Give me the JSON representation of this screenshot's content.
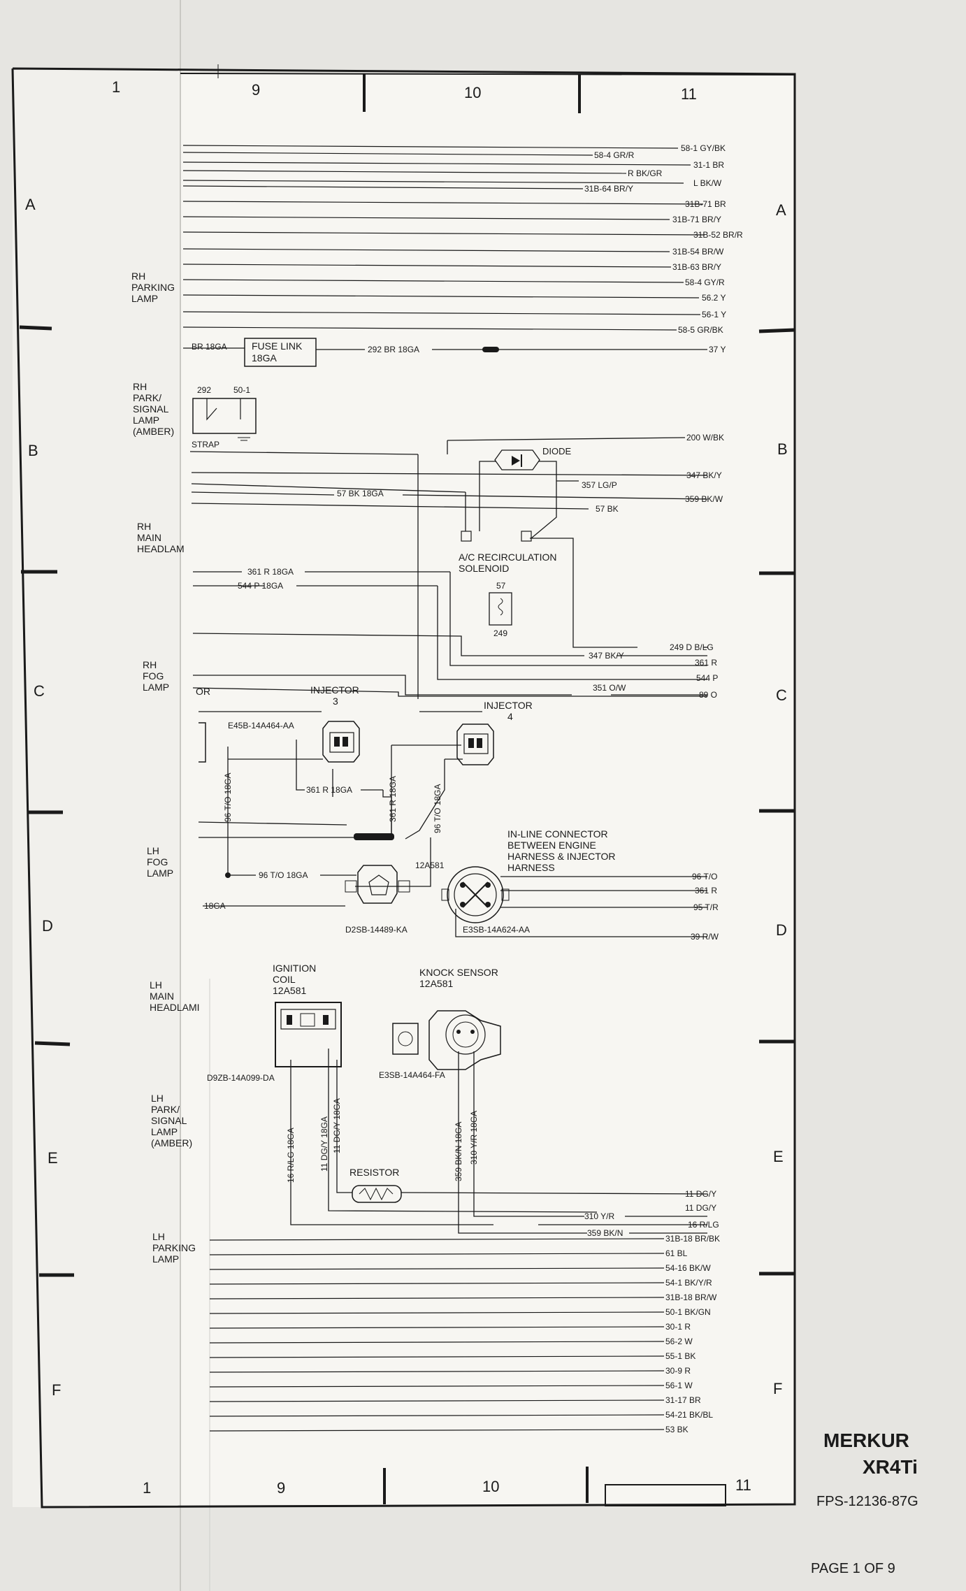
{
  "grid": {
    "top_columns": [
      "1",
      "9",
      "10",
      "11"
    ],
    "bottom_columns": [
      "1",
      "9",
      "10",
      "11"
    ],
    "left_rows": [
      "A",
      "B",
      "C",
      "D",
      "E",
      "F"
    ],
    "right_rows": [
      "A",
      "B",
      "C",
      "D",
      "E",
      "F"
    ]
  },
  "components": {
    "rh_parking_lamp": [
      "RH",
      "PARKING",
      "LAMP"
    ],
    "rh_park_signal_lamp": [
      "RH",
      "PARK/",
      "SIGNAL",
      "LAMP",
      "(AMBER)"
    ],
    "rh_main_headlamp": [
      "RH",
      "MAIN",
      "HEADLAM"
    ],
    "rh_fog_lamp": [
      "RH",
      "FOG",
      "LAMP"
    ],
    "lh_fog_lamp": [
      "LH",
      "FOG",
      "LAMP"
    ],
    "lh_main_headlamp": [
      "LH",
      "MAIN",
      "HEADLAMI"
    ],
    "lh_park_signal_lamp": [
      "LH",
      "PARK/",
      "SIGNAL",
      "LAMP",
      "(AMBER)"
    ],
    "lh_parking_lamp": [
      "LH",
      "PARKING",
      "LAMP"
    ],
    "fuse_link": [
      "FUSE LINK",
      "18GA"
    ],
    "strap": "STRAP",
    "strap_pin_a": "292",
    "strap_pin_b": "50-1",
    "diode": "DIODE",
    "ac_solenoid": [
      "A/C RECIRCULATION",
      "SOLENOID"
    ],
    "ac_pin_top": "57",
    "ac_pin_bottom": "249",
    "injector_3": [
      "INJECTOR",
      "3"
    ],
    "injector_4": [
      "INJECTOR",
      "4"
    ],
    "injector_3_part": "E45B-14A464-AA",
    "or_fragment": "OR",
    "inline_connector": [
      "IN-LINE CONNECTOR",
      "BETWEEN ENGINE",
      "HARNESS & INJECTOR",
      "HARNESS"
    ],
    "inline_ref": "12A581",
    "d2sb_part": "D2SB-14489-KA",
    "e3sb_624_part": "E3SB-14A624-AA",
    "ignition_coil": [
      "IGNITION",
      "COIL",
      "12A581"
    ],
    "ignition_coil_part": "D9ZB-14A099-DA",
    "knock_sensor": [
      "KNOCK SENSOR",
      "12A581"
    ],
    "knock_sensor_part": "E3SB-14A464-FA",
    "resistor": "RESISTOR"
  },
  "top_wires": [
    "58-1 GY/BK",
    "58-4 GR/R",
    "31-1 BR",
    "R BK/GR",
    "L BK/W",
    "31B-64 BR/Y",
    "31B-71 BR",
    "31B-71 BR/Y",
    "31B-52 BR/R",
    "31B-54 BR/W",
    "31B-63 BR/Y",
    "58-4 GY/R",
    "56.2 Y",
    "56-1 Y",
    "58-5 GR/BK",
    "37 Y"
  ],
  "mid_wires": {
    "br_18ga": "BR 18GA",
    "w292": "292 BR 18GA",
    "w200": "200 W/BK",
    "w347a": "347 BK/Y",
    "w357": "357 LG/P",
    "w57bk18": "57 BK 18GA",
    "w359bkw": "359 BK/W",
    "w57bk": "57 BK",
    "w361_18": "361 R 18GA",
    "w544_18": "544 P 18GA",
    "w249": "249 D B/LG",
    "w347b": "347 BK/Y",
    "w361": "361 R",
    "w544": "544 P",
    "w351": "351 O/W",
    "w89": "89 O",
    "w361_inj": "361 R 18GA",
    "w361_vert": "361 R 18GA",
    "w96_vert_a": "96 T/O 18GA",
    "w96_vert_b": "96 T/O 18GA",
    "w96_horiz": "96 T/O 18GA",
    "w18ga": "18GA",
    "w96to": "96 T/O",
    "w361r": "361 R",
    "w95": "95 T/R",
    "w39": "39 R/W"
  },
  "lower_wires": {
    "v16": "16 R/LG 18GA",
    "v11a": "11 DG/Y 18GA",
    "v11b": "11 DG/Y 18GA",
    "v359": "359 BK/N 18GA",
    "v310": "310 Y/R 18GA",
    "w11a": "11 DG/Y",
    "w11b": "11 DG/Y",
    "w310": "310 Y/R",
    "w16": "16 R/LG",
    "w359": "359 BK/N"
  },
  "bottom_wires": [
    "31B-18 BR/BK",
    "61 BL",
    "54-16 BK/W",
    "54-1 BK/Y/R",
    "31B-18 BR/W",
    "50-1 BK/GN",
    "30-1 R",
    "56-2 W",
    "55-1 BK",
    "30-9 R",
    "56-1 W",
    "31-17 BR",
    "54-21 BK/BL",
    "53 BK"
  ],
  "footer": {
    "brand": "MERKUR",
    "model": "XR4Ti",
    "code": "FPS-12136-87G",
    "page": "PAGE 1 OF 9"
  }
}
